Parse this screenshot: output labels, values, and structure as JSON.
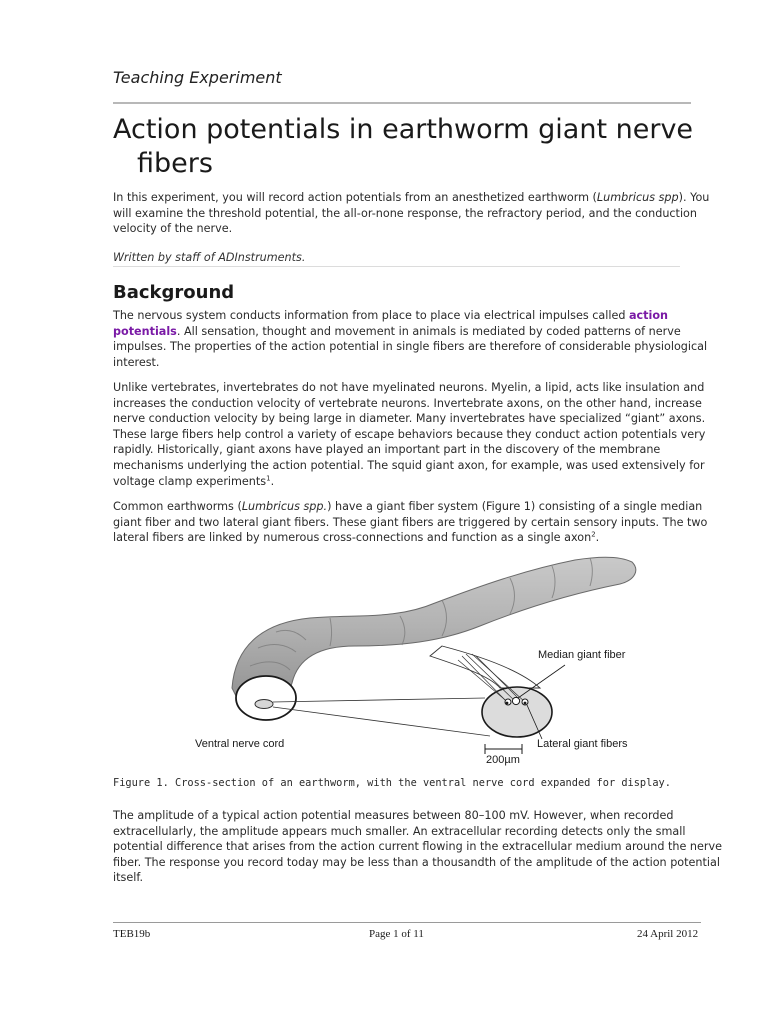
{
  "header": {
    "kicker": "Teaching Experiment"
  },
  "title": {
    "line1": "Action potentials in earthworm giant nerve",
    "line2": "fibers"
  },
  "intro": {
    "text_a": "In this experiment, you will record action potentials from an anesthetized earthworm (",
    "species": "Lumbricus spp",
    "text_b": ").  You will examine the threshold potential, the all-or-none response, the refractory period, and the conduction velocity of the nerve."
  },
  "credit": "Written by staff of ADInstruments.",
  "background": {
    "heading": "Background",
    "p1_a": "The nervous system conducts information from place to place via electrical impulses called ",
    "p1_keyword": "action potentials",
    "p1_b": ".  All sensation, thought and movement in animals is mediated by coded patterns of nerve impulses. The properties of the action potential in single fibers are therefore of considerable physiological interest.",
    "p2_a": "Unlike vertebrates, invertebrates do not have myelinated neurons.  Myelin, a lipid, acts like insulation and increases the conduction velocity of vertebrate neurons.  Invertebrate axons, on the other hand, increase nerve conduction velocity by being large in diameter.  Many invertebrates have specialized “giant” axons. These large fibers help control a variety of escape behaviors because they conduct action potentials very rapidly.  Historically, giant axons have played an important part in the discovery of the membrane mechanisms underlying the action potential.  The squid giant axon, for example, was used extensively for voltage clamp experiments",
    "p2_sup": "1",
    "p2_end": ".",
    "p3_a": "Common earthworms (",
    "p3_species": "Lumbricus spp.",
    "p3_b": ") have a giant fiber system (Figure 1) consisting of a single median giant fiber and two lateral giant fibers.  These giant fibers are triggered by certain sensory inputs.  The two lateral fibers are linked by numerous cross-connections and function as a single axon",
    "p3_sup": "2",
    "p3_end": "."
  },
  "figure": {
    "label_median": "Median giant fiber",
    "label_ventral": "Ventral nerve cord",
    "label_lateral": "Lateral giant fibers",
    "label_scale": "200µm",
    "caption": "Figure 1. Cross-section of an earthworm, with the ventral nerve cord expanded for display."
  },
  "p4": "The amplitude of a typical action potential measures between 80–100 mV.  However, when recorded extracellularly, the amplitude appears much smaller.  An extracellular recording detects only the small potential difference that arises from the action current flowing in the extracellular medium around the nerve fiber.  The response you record today may be less than a thousandth of the amplitude of the action potential itself.",
  "footer": {
    "code": "TEB19b",
    "page": "Page 1 of 11",
    "date": "24 April 2012"
  }
}
